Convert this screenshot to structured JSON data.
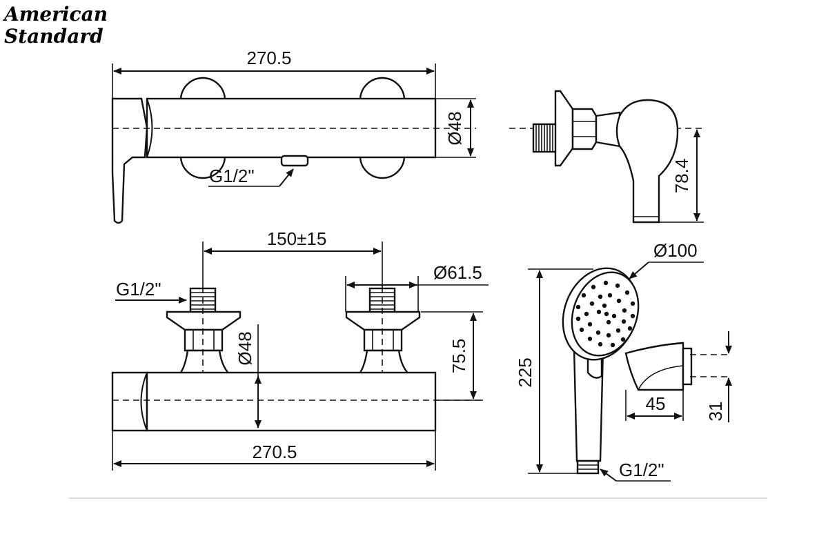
{
  "brand": {
    "logo_line1": "American",
    "logo_line2": "Standard"
  },
  "dimensions": {
    "top_view_length": "270.5",
    "top_view_diameter": "Ø48",
    "top_view_thread": "G1/2\"",
    "side_height": "78.4",
    "center_distance": "150±15",
    "flange_diameter": "Ø61.5",
    "front_thread": "G1/2\"",
    "front_diameter": "Ø48",
    "front_height": "75.5",
    "front_length": "270.5",
    "head_diameter": "Ø100",
    "handshower_length": "225",
    "handshower_thread": "G1/2\"",
    "holder_width": "45",
    "holder_height": "31"
  }
}
